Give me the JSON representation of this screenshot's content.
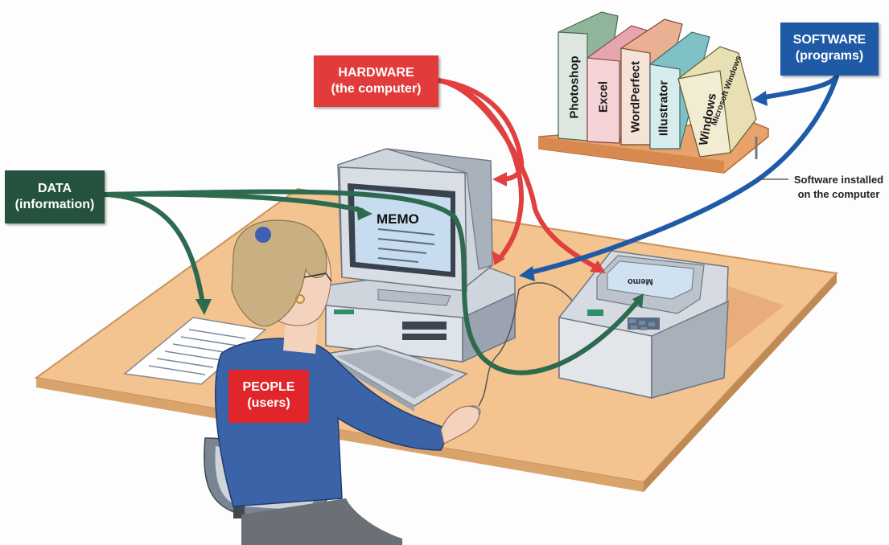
{
  "labels": {
    "hardware": {
      "line1": "HARDWARE",
      "line2": "(the computer)"
    },
    "software": {
      "line1": "SOFTWARE",
      "line2": "(programs)"
    },
    "data": {
      "line1": "DATA",
      "line2": "(information)"
    },
    "people": {
      "line1": "PEOPLE",
      "line2": "(users)"
    },
    "software_note": {
      "line1": "Software installed",
      "line2": "on the computer"
    }
  },
  "screen_text": "MEMO",
  "printer_text": "Memo",
  "books": [
    {
      "title": "Photoshop"
    },
    {
      "title": "Excel"
    },
    {
      "title": "WordPerfect"
    },
    {
      "title": "Illustrator"
    },
    {
      "title": "Windows"
    },
    {
      "title": "Microsoft Windows"
    }
  ],
  "colors": {
    "hardware": "#e23b3b",
    "software": "#1f5aa6",
    "data": "#24523f",
    "people": "#e0262b",
    "desk": "#f2c18e",
    "computer": "#c9ced6"
  }
}
